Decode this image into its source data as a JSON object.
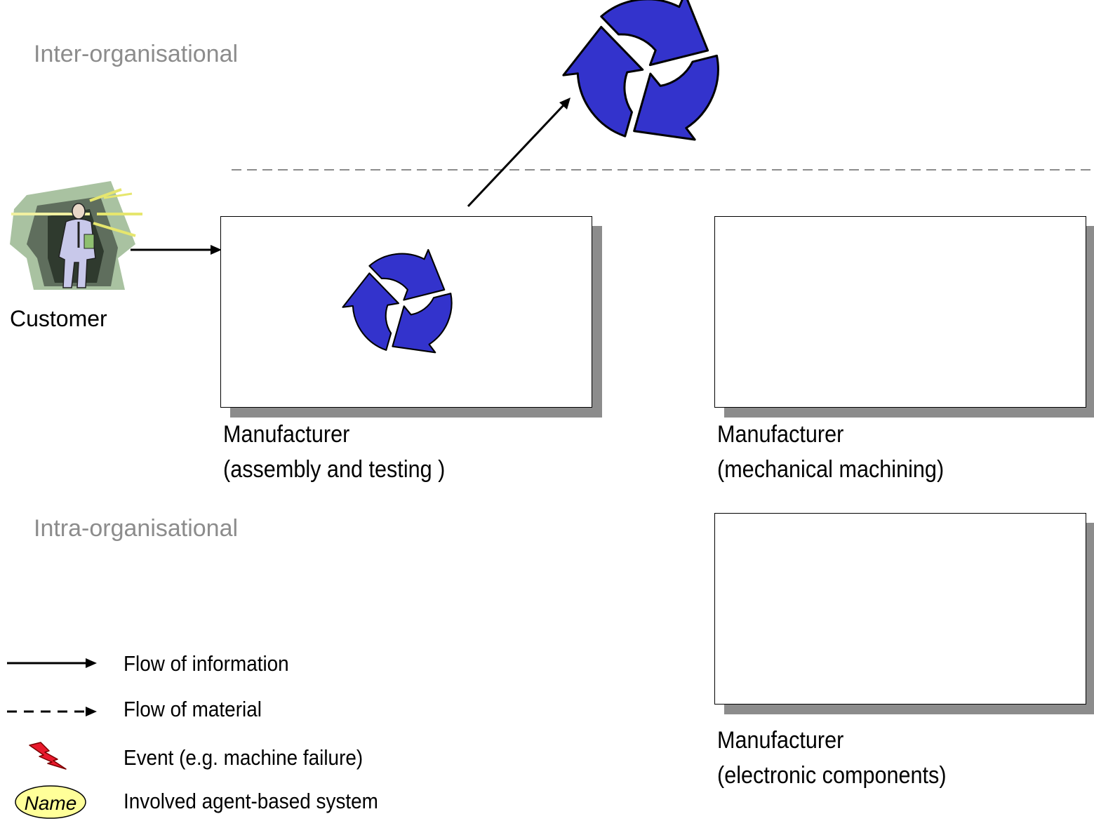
{
  "zones": {
    "inter_label": "Inter-organisational",
    "intra_label": "Intra-organisational"
  },
  "customer": {
    "label": "Customer"
  },
  "manufacturers": [
    {
      "line1": "Manufacturer",
      "line2": "(assembly and testing )"
    },
    {
      "line1": "Manufacturer",
      "line2": "(mechanical machining)"
    },
    {
      "line1": "Manufacturer",
      "line2": "(electronic components)"
    }
  ],
  "legend": {
    "information": "Flow of information",
    "material": "Flow of material",
    "event": "Event (e.g. machine failure)",
    "agent": "Involved agent-based system",
    "agent_badge": "Name"
  },
  "colors": {
    "cycle_blue": "#3333cc",
    "event_red": "#e8192c",
    "agent_yellow": "#ffff99",
    "zone_gray": "#8c8c8c"
  }
}
